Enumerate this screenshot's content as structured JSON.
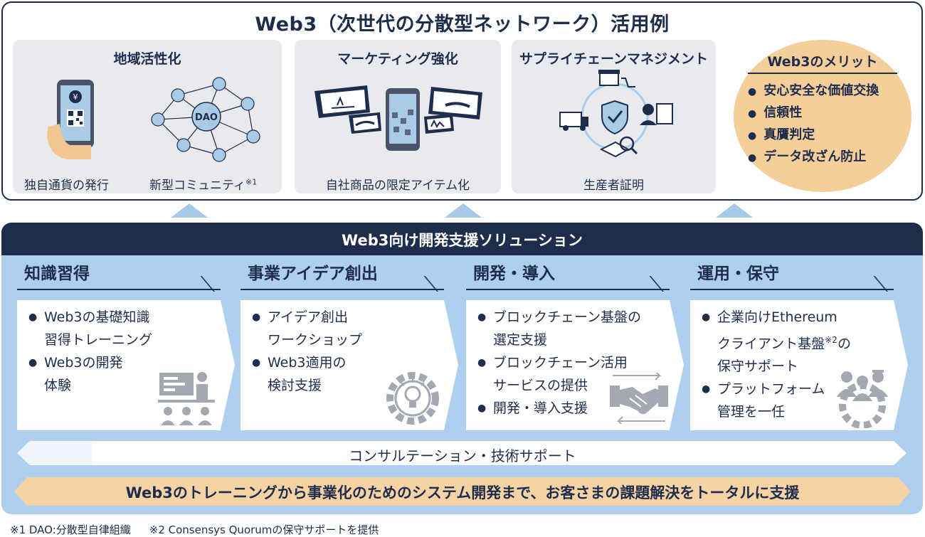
{
  "top": {
    "title": "Web3（次世代の分散型ネットワーク）活用例",
    "panels": [
      {
        "title": "地域活性化",
        "captions": [
          "独自通貨の発行",
          "新型コミュニティ",
          "※1"
        ],
        "dao_label": "DAO"
      },
      {
        "title": "マーケティング強化",
        "captions": [
          "自社商品の限定アイテム化"
        ]
      },
      {
        "title": "サプライチェーンマネジメント",
        "captions": [
          "生産者証明"
        ]
      }
    ],
    "merit": {
      "title": "Web3のメリット",
      "items": [
        "安心安全な価値交換",
        "信頼性",
        "真贋判定",
        "データ改ざん防止"
      ]
    }
  },
  "solutions": {
    "title": "Web3向け開発支援ソリューション",
    "phases": [
      {
        "title": "知識習得",
        "items": [
          "Web3の基礎知識\n習得トレーニング",
          "Web3の開発\n体験"
        ]
      },
      {
        "title": "事業アイデア創出",
        "items": [
          "アイデア創出\nワークショップ",
          "Web3適用の\n検討支援"
        ]
      },
      {
        "title": "開発・導入",
        "items": [
          "ブロックチェーン基盤の\n選定支援",
          "ブロックチェーン活用\nサービスの提供",
          "開発・導入支援"
        ]
      },
      {
        "title": "運用・保守",
        "items": [
          "企業向けEthereum\nクライアント基盤",
          "※2",
          "の\n保守サポート",
          "プラットフォーム\n管理を一任"
        ]
      }
    ],
    "consulting": "コンサルテーション・技術サポート",
    "banner": "Web3のトレーニングから事業化のためのシステム開発まで、お客さまの課題解決をトータルに支援"
  },
  "footnotes": [
    "※1 DAO:分散型自律組織",
    "※2 Consensys Quorumの保守サポートを提供"
  ],
  "colors": {
    "navy": "#1f2d4d",
    "light_blue": "#aed0ee",
    "panel_gray": "#e9eaed",
    "merit_orange": "#f5cf9a",
    "banner_orange": "#f6d3a4",
    "icon_gray": "#a3a8b3"
  },
  "icons": [
    "smartphone-qr-icon",
    "dao-network-icon",
    "nft-screens-icon",
    "supply-chain-icon",
    "presentation-icon",
    "lightbulb-gear-icon",
    "handshake-icon",
    "people-gear-icon"
  ]
}
